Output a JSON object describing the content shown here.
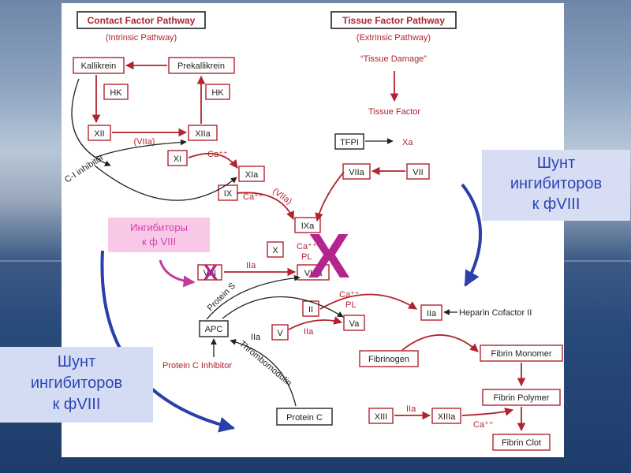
{
  "titles": {
    "contact": "Contact Factor Pathway",
    "contact_sub": "(Intrinsic Pathway)",
    "tissue": "Tissue Factor Pathway",
    "tissue_sub": "(Extrinsic Pathway)",
    "tissue_damage": "“Tissue Damage”"
  },
  "nodes": {
    "kallikrein": "Kallikrein",
    "prekallikrein": "Prekallikrein",
    "hk1": "HK",
    "hk2": "HK",
    "xii": "XII",
    "xiia": "XIIa",
    "xi": "XI",
    "xia": "XIa",
    "ix": "IX",
    "ixa": "IXa",
    "x_left": "X",
    "viii": "VIII",
    "viiia": "VIIIa",
    "ii": "II",
    "v": "V",
    "va": "Va",
    "iia": "IIa",
    "tfpi": "TFPI",
    "viia": "VIIa",
    "vii": "VII",
    "apc": "APC",
    "protein_c": "Protein C",
    "fibrinogen": "Fibrinogen",
    "fibrin_monomer": "Fibrin Monomer",
    "fibrin_polymer": "Fibrin Polymer",
    "fibrin_clot": "Fibrin Clot",
    "xiii": "XIII",
    "xiiia": "XIIIa"
  },
  "labels": {
    "tissue_factor": "Tissue Factor",
    "xa_tf": "Xa",
    "viia_paren1": "(VIIa)",
    "viia_paren2": "(VIIa)",
    "ca_1": "Ca⁺⁺",
    "ca_2": "Ca⁺⁺",
    "ca_3": "Ca⁺⁺",
    "ca_4": "Ca⁺⁺",
    "ca_5": "Ca⁺⁺",
    "pl_1": "PL",
    "pl_2": "PL",
    "iia_1": "IIa",
    "iia_2": "IIa",
    "iia_3": "IIa",
    "iia_4": "IIa",
    "ci_inhibitor": "C-I inhibitor",
    "protein_s": "Protein S",
    "thrombomodulin": "Thrombomodulin",
    "protein_c_inhibitor": "Protein C Inhibitor",
    "heparin_cofactor": "Heparin Cofactor II",
    "x_small": "X",
    "x_big": "X"
  },
  "callouts": {
    "right": [
      "Шунт",
      "ингибиторов",
      "к фVIII"
    ],
    "left": [
      "Шунт",
      "ингибиторов",
      "к фVIII"
    ],
    "pink": [
      "Ингибиторы",
      "к ф VIII"
    ]
  },
  "colors": {
    "pathway_red": "#b1242e",
    "inhibitor_magenta": "#b4248f",
    "callout_blue": "#2e44b5",
    "arrow_blue": "#2a3fa8",
    "pink_callout_bg": "#f7c9e7"
  }
}
